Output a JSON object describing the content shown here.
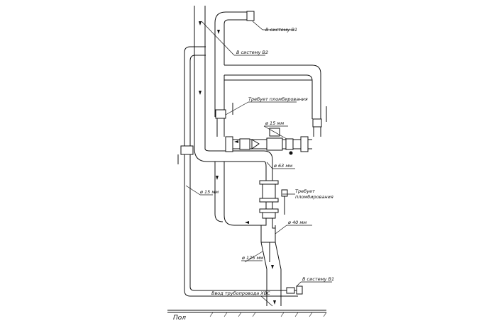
{
  "labels": {
    "to_system_b1_top": "В систему В1",
    "to_system_b2": "В систему В2",
    "requires_sealing_top": "Требует пломбирования",
    "dia_15_upper": "ø 15 мм",
    "dia_63": "ø 63 мм",
    "requires_sealing_mid": "Требует\nпломбирования",
    "dia_15_left": "ø 15 мм",
    "dia_40": "ø 40 мм",
    "dia_125": "ø 125 мм",
    "to_system_b1_bottom": "В систему В1",
    "inlet": "Ввод трубопровода ХВС",
    "floor": "Пол"
  }
}
